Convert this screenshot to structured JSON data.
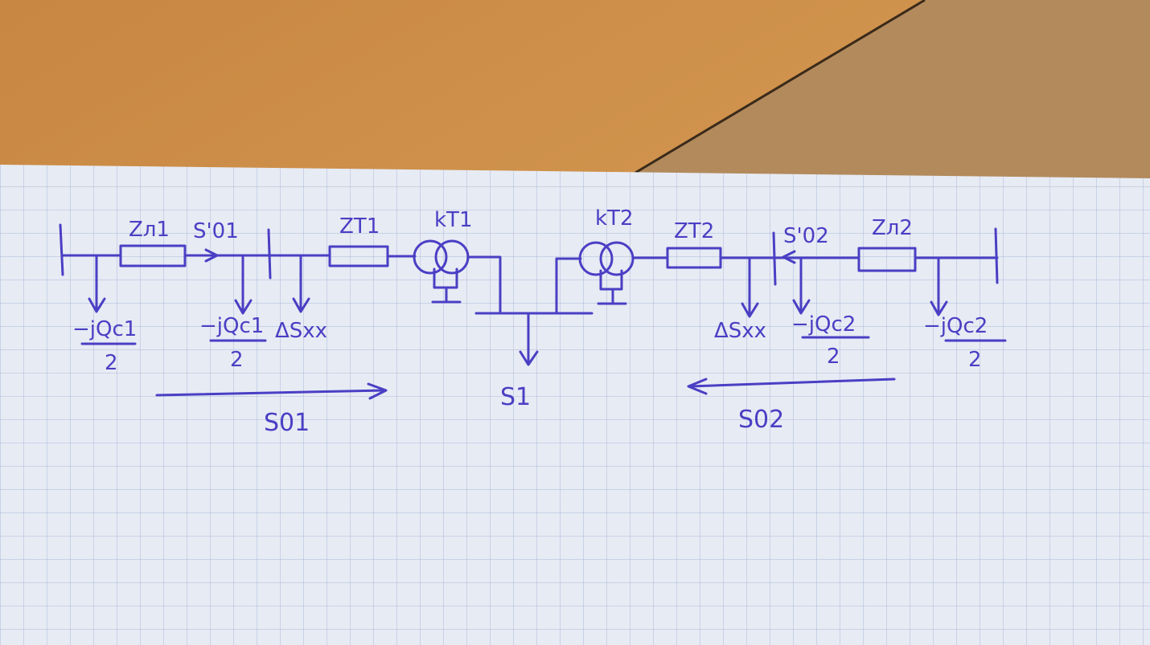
{
  "colors": {
    "ink": "#4a3fc4",
    "paper": "#e7ebf4",
    "grid": "#aab9d8",
    "wood": "#c98a45",
    "board": "#b28a5c"
  },
  "labels": {
    "z_l1": "Zл1",
    "s_prime_01": "S'01",
    "z_t1": "ZT1",
    "k_t1": "kT1",
    "k_t2": "kT2",
    "z_t2": "ZT2",
    "s_prime_02": "S'02",
    "z_l2": "Zл2",
    "qc1_left_num": "−jQc1",
    "qc1_left_den": "2",
    "qc1_mid_num": "−jQc1",
    "qc1_mid_den": "2",
    "dsxx_left": "ΔSxx",
    "s1": "S1",
    "dsxx_right": "ΔSxx",
    "qc2_mid_num": "−jQc2",
    "qc2_mid_den": "2",
    "qc2_right_num": "−jQc2",
    "qc2_right_den": "2",
    "s01": "S01",
    "s02": "S02"
  }
}
